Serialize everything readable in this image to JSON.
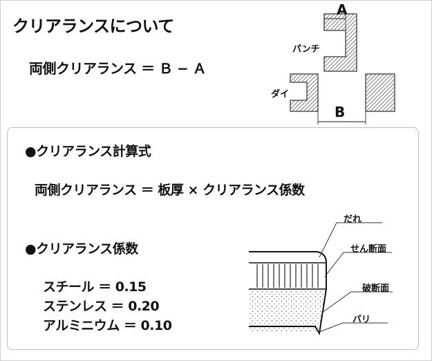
{
  "title": "クリアランスについて",
  "formula1": "両側クリアランス ＝ Ｂ − Ａ",
  "top_diagram": {
    "label_a": "A",
    "label_b": "B",
    "punch": "パンチ",
    "die": "ダイ"
  },
  "calc": {
    "heading": "●クリアランス計算式",
    "formula": "両側クリアランス ＝ 板厚 × クリアランス係数"
  },
  "coef": {
    "heading": "●クリアランス係数",
    "items": [
      "スチール ＝ 0.15",
      "ステンレス ＝ 0.20",
      "アルミニウム ＝ 0.10"
    ]
  },
  "cross_section": {
    "dare": "だれ",
    "shear": "せん断面",
    "fracture": "破断面",
    "burr": "バリ"
  }
}
